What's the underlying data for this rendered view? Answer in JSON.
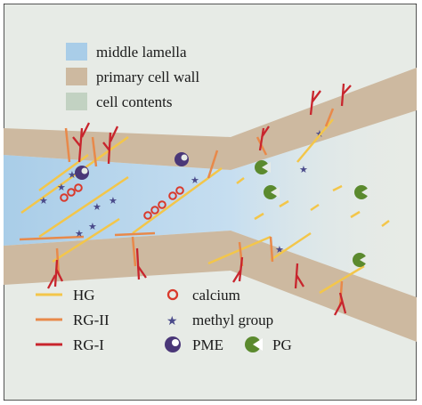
{
  "legend_top": {
    "items": [
      {
        "label": "middle lamella",
        "color": "#a9cde8"
      },
      {
        "label": "primary cell wall",
        "color": "#cdb9a0"
      },
      {
        "label": "cell contents",
        "color": "#c2d2c2"
      }
    ]
  },
  "legend_bottom": {
    "hg": "HG",
    "rg2": "RG-II",
    "rg1": "RG-I",
    "calcium": "calcium",
    "methyl": "methyl group",
    "pme": "PME",
    "pg": "PG"
  },
  "colors": {
    "background": "#e7ebe6",
    "wall": "#cdb9a0",
    "lamella": "#a9cde8",
    "hg": "#f3c64a",
    "rg2": "#e8894a",
    "rg1": "#c8252d",
    "calcium": "#d9392b",
    "methyl": "#4a4a8a",
    "pme": "#4a3778",
    "pg": "#5b8a2e"
  }
}
